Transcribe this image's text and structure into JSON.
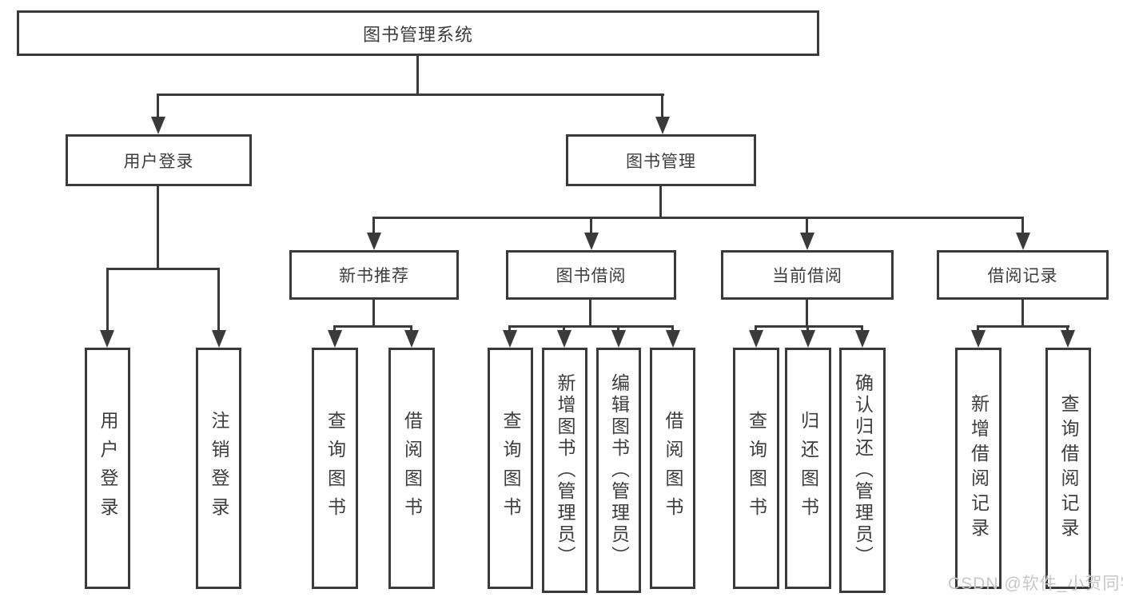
{
  "nodes": {
    "root": "图书管理系统",
    "user_login": "用户登录",
    "book_mgmt": "图书管理",
    "new_book_rec": "新书推荐",
    "book_borrow": "图书借阅",
    "current_borrow": "当前借阅",
    "borrow_records": "借阅记录"
  },
  "leaves": {
    "user_login": [
      "用户登录",
      "注销登录"
    ],
    "new_book_rec": [
      "查询图书",
      "借阅图书"
    ],
    "book_borrow": [
      "查询图书",
      "新增图书（管理员）",
      "编辑图书（管理员）",
      "借阅图书"
    ],
    "current_borrow": [
      "查询图书",
      "归还图书",
      "确认归还（管理员）"
    ],
    "borrow_records": [
      "新增借阅记录",
      "查询借阅记录"
    ]
  },
  "watermark": "CSDN @软件_小贺同学",
  "colors": {
    "line": "#3a3a3a",
    "box_border": "#3a3a3a",
    "box_fill": "#ffffff",
    "text": "#3d3d3d",
    "watermark": "#c7c7c7",
    "background": "#ffffff"
  }
}
